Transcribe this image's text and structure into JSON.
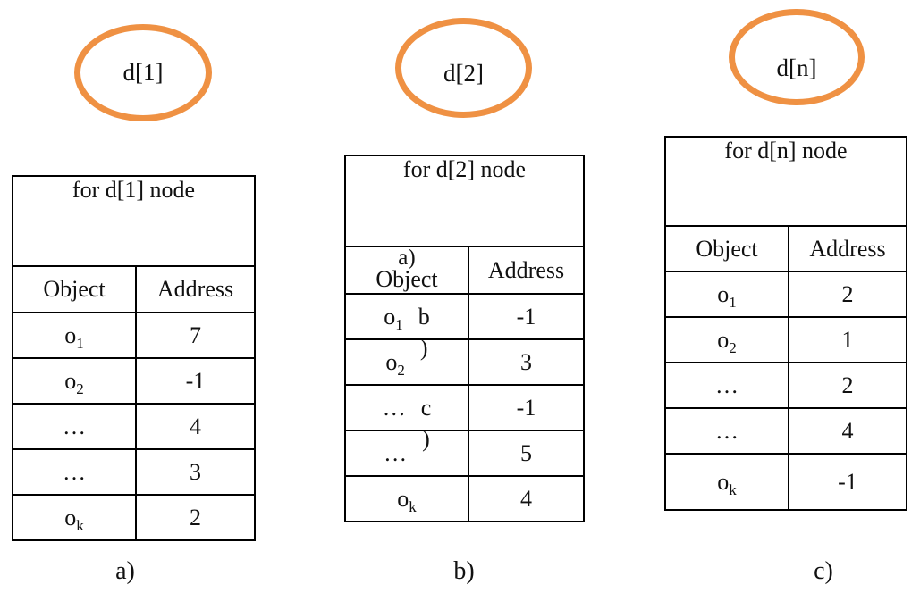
{
  "figure": {
    "accent_color": "#ef9143",
    "line_color": "#000000",
    "background": "#ffffff",
    "nodes": [
      {
        "label": "d[1]"
      },
      {
        "label": "d[2]"
      },
      {
        "label": "d[n]"
      }
    ],
    "tables": [
      {
        "title": "for d[1] node",
        "columns": [
          "Object",
          "Address"
        ],
        "header_prefix": "",
        "caption": "a)",
        "rows": [
          {
            "base": "o",
            "sub": "1",
            "trail": "",
            "trail_raised": false,
            "address": "7"
          },
          {
            "base": "o",
            "sub": "2",
            "trail": "",
            "trail_raised": false,
            "address": "-1"
          },
          {
            "base": "…",
            "sub": "",
            "trail": "",
            "trail_raised": false,
            "address": "4"
          },
          {
            "base": "…",
            "sub": "",
            "trail": "",
            "trail_raised": false,
            "address": "3"
          },
          {
            "base": "o",
            "sub": "k",
            "trail": "",
            "trail_raised": false,
            "address": "2"
          }
        ]
      },
      {
        "title": "for d[2] node",
        "columns": [
          "Object",
          "Address"
        ],
        "header_prefix": "a)",
        "caption": "b)",
        "rows": [
          {
            "base": "o",
            "sub": "1",
            "trail": "b",
            "trail_raised": false,
            "address": "-1"
          },
          {
            "base": "o",
            "sub": "2",
            "trail": ")",
            "trail_raised": true,
            "address": "3"
          },
          {
            "base": "…",
            "sub": "",
            "trail": "c",
            "trail_raised": false,
            "address": "-1"
          },
          {
            "base": "…",
            "sub": "",
            "trail": ")",
            "trail_raised": true,
            "address": "5"
          },
          {
            "base": "o",
            "sub": "k",
            "trail": "",
            "trail_raised": false,
            "address": "4"
          }
        ]
      },
      {
        "title": "for d[n] node",
        "columns": [
          "Object",
          "Address"
        ],
        "header_prefix": "",
        "caption": "c)",
        "rows": [
          {
            "base": "o",
            "sub": "1",
            "trail": "",
            "trail_raised": false,
            "address": "2"
          },
          {
            "base": "o",
            "sub": "2",
            "trail": "",
            "trail_raised": false,
            "address": "1"
          },
          {
            "base": "…",
            "sub": "",
            "trail": "",
            "trail_raised": false,
            "address": "2"
          },
          {
            "base": "…",
            "sub": "",
            "trail": "",
            "trail_raised": false,
            "address": "4"
          },
          {
            "base": "o",
            "sub": "k",
            "trail": "",
            "trail_raised": false,
            "address": "-1"
          }
        ]
      }
    ]
  }
}
